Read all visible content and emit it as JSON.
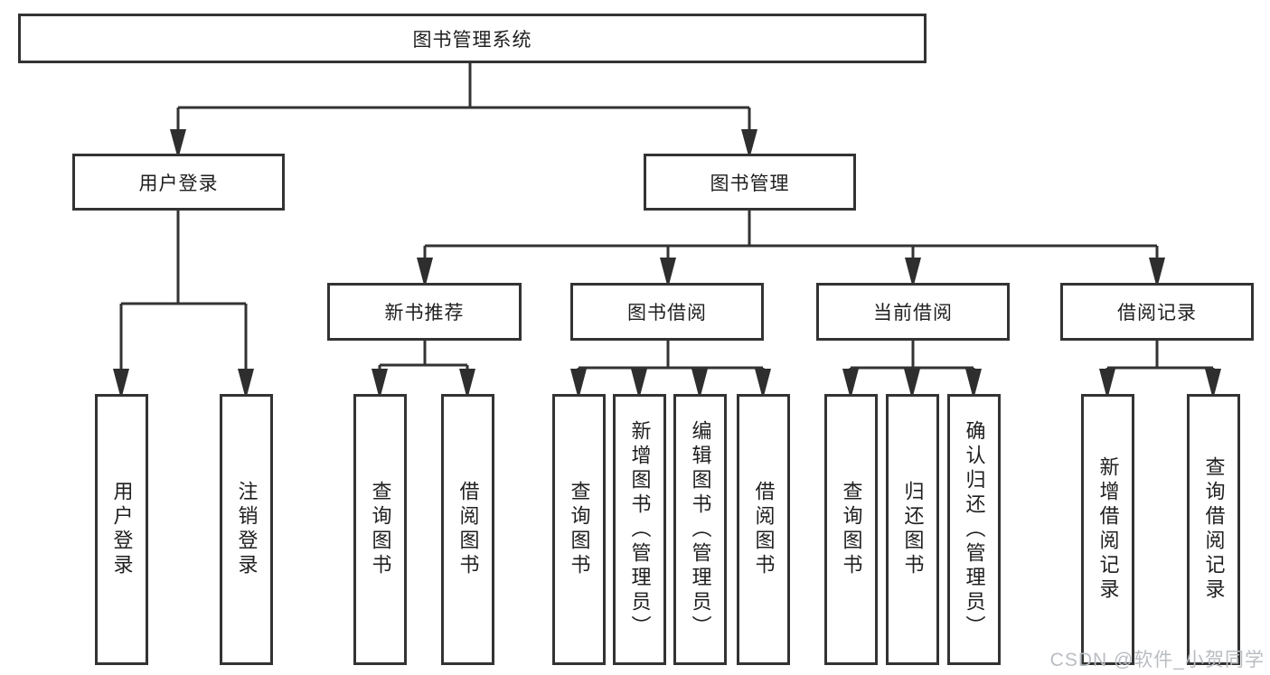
{
  "tree": {
    "label": "图书管理系统",
    "children": [
      {
        "label": "用户登录",
        "children": [
          {
            "label": "用户登录"
          },
          {
            "label": "注销登录"
          }
        ]
      },
      {
        "label": "图书管理",
        "children": [
          {
            "label": "新书推荐",
            "children": [
              {
                "label": "查询图书"
              },
              {
                "label": "借阅图书"
              }
            ]
          },
          {
            "label": "图书借阅",
            "children": [
              {
                "label": "查询图书"
              },
              {
                "label": "新增图书（管理员）"
              },
              {
                "label": "编辑图书（管理员）"
              },
              {
                "label": "借阅图书"
              }
            ]
          },
          {
            "label": "当前借阅",
            "children": [
              {
                "label": "查询图书"
              },
              {
                "label": "归还图书"
              },
              {
                "label": "确认归还（管理员）"
              }
            ]
          },
          {
            "label": "借阅记录",
            "children": [
              {
                "label": "新增借阅记录"
              },
              {
                "label": "查询借阅记录"
              }
            ]
          }
        ]
      }
    ]
  },
  "watermark": {
    "text": "CSDN @软件_小贺同学"
  },
  "colors": {
    "line": "#333333",
    "box_border": "#333333",
    "text": "#1f1f1f",
    "watermark": "#b9bdc2",
    "background": "#ffffff"
  }
}
